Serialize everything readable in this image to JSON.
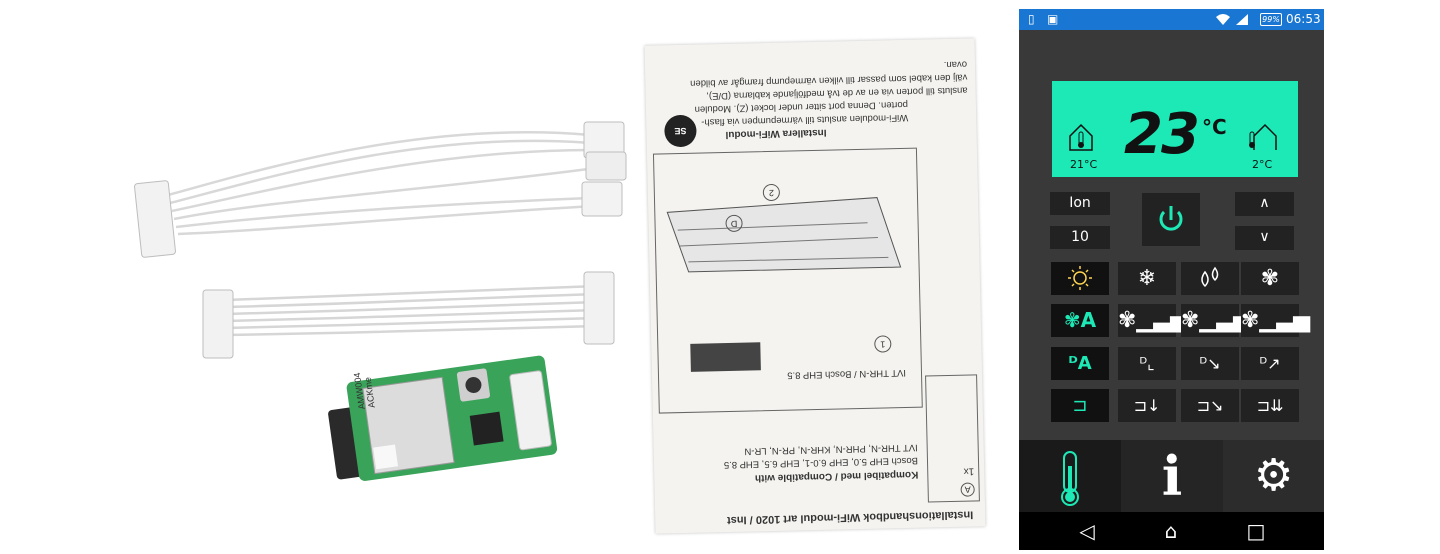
{
  "manual": {
    "title": "Installationshandbok WiFi-modul art 1020 / Inst",
    "compat_title": "Kompatibel med / Compatible with",
    "compat_line1": "Bosch EHP 5.0, EHP 6.0-1, EHP 6.5, EHP 8.5",
    "compat_line2": "IVT THR-N, PHR-N, KHR-N, PR-N, LR-N",
    "quantity": "1x",
    "letter_a": "A",
    "model_line": "IVT THR-N / Bosch EHP 8.5",
    "circle_1": "1",
    "circle_2": "2",
    "circle_d": "D",
    "lang_badge": "SE",
    "install_heading": "Installera WiFi-modul",
    "install_lines": [
      "WiFi-modulen ansluts till värmepumpen via flash-",
      "porten. Denna port sitter under locket (Z). Modulen",
      "ansluts till porten via en av de två medföljande kablarna (D/E),",
      "välj den kabel som passar till vilken värmepump framgår av bilden",
      "ovan."
    ]
  },
  "pcb": {
    "label_line1": "AMW004",
    "label_line2": "ACKme"
  },
  "phone": {
    "status": {
      "battery": "99%",
      "time": "06:53",
      "left_icons": [
        "sim-icon",
        "notification-icon"
      ],
      "right_icons": [
        "wifi-icon",
        "signal-icon"
      ]
    },
    "display": {
      "temperature": "23",
      "unit": "°C",
      "indoor_temp": "21°C",
      "outdoor_temp": "2°C"
    },
    "controls": {
      "ion_label": "Ion",
      "ion_value": "10",
      "up_label": "∧",
      "down_label": "∨"
    },
    "mode_icons": [
      "sun-icon",
      "snowflake-icon",
      "droplets-icon",
      "fan-icon"
    ],
    "fan_labels": [
      "A"
    ],
    "swing_labels": [
      "A"
    ],
    "nav_glyphs": [
      "◁",
      "⌂",
      "□"
    ],
    "tabs": [
      "thermometer-icon",
      "info-icon",
      "gears-icon"
    ],
    "accent_color": "#1de9b6",
    "statusbar_color": "#1976d2"
  }
}
